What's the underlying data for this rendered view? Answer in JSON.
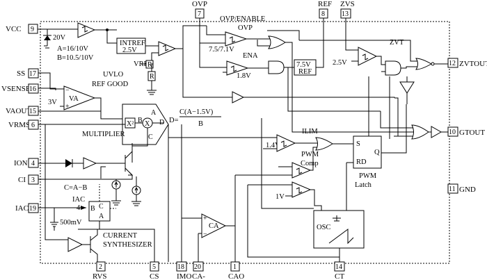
{
  "pins_left": [
    {
      "name": "VCC",
      "num": "9"
    },
    {
      "name": "SS",
      "num": "17"
    },
    {
      "name": "VSENSE",
      "num": "16"
    },
    {
      "name": "VAOUT",
      "num": "15"
    },
    {
      "name": "VRMS",
      "num": "6"
    },
    {
      "name": "ION",
      "num": "4"
    },
    {
      "name": "CI",
      "num": "3"
    },
    {
      "name": "IAC",
      "num": "19"
    }
  ],
  "pins_top": [
    {
      "name": "OVP",
      "num": "7"
    },
    {
      "name": "REF",
      "num": "8"
    },
    {
      "name": "ZVS",
      "num": "13"
    }
  ],
  "pins_right": [
    {
      "name": "ZVTOUT",
      "num": "12"
    },
    {
      "name": "GTOUT",
      "num": "10"
    },
    {
      "name": "GND",
      "num": "11"
    }
  ],
  "pins_bottom": [
    {
      "name": "RVS",
      "num": "2"
    },
    {
      "name": "CS",
      "num": "5"
    },
    {
      "name": "IMO",
      "num": "18"
    },
    {
      "name": "CA-",
      "num": "20"
    },
    {
      "name": "CAO",
      "num": "1"
    },
    {
      "name": "CT",
      "num": "14"
    }
  ],
  "labels": {
    "zener_voltage": "20V",
    "uvlo_threshold_a": "A=16/10V",
    "uvlo_threshold_b": "B=10.5/10V",
    "intref_line1": "INTREF",
    "intref_line2": "2.5V",
    "vref": "VREF",
    "r1": "R",
    "r2": "R",
    "uvlo": "UVLO",
    "ref_good": "REF GOOD",
    "ovp_enable": "OVP/ENABLE",
    "ovp": "OVP",
    "ovp_threshold": "7.5/7.1V",
    "ena": "ENA",
    "ena_threshold": "1.8V",
    "ref_box_line1": "7.5V",
    "ref_box_line2": "REF",
    "zvt_threshold": "2.5V",
    "zvt": "ZVT",
    "va": "VA",
    "va_ref": "3V",
    "va_plus": "+",
    "va_minus": "−",
    "mult_x2": "X²",
    "mult_x": "X",
    "mult_a": "A",
    "mult_b": "B",
    "mult_c": "C",
    "mult_d": "D",
    "mult_eq_d": "D=",
    "mult_eq_num": "C(A−1.5V)",
    "mult_eq_den": "B",
    "multiplier": "MULTIPLIER",
    "cab": "C=A−B",
    "iac_label": "IAC",
    "iac_num": "4",
    "sub_b": "B",
    "sub_c": "C",
    "sub_a": "A",
    "v500": "500mV",
    "current_synth_1": "CURRENT",
    "current_synth_2": "SYNTHESIZER",
    "ilim": "ILIM",
    "ilim_ref": "1.4V",
    "pwm_comp_1": "PWM",
    "pwm_comp_2": "Comp",
    "v1": "1V",
    "latch_s": "S",
    "latch_q": "Q",
    "latch_rd": "RD",
    "latch_pwm": "PWM",
    "latch_latch": "Latch",
    "osc": "OSC",
    "ca": "CA",
    "ca_plus": "+",
    "ca_minus": "−"
  }
}
